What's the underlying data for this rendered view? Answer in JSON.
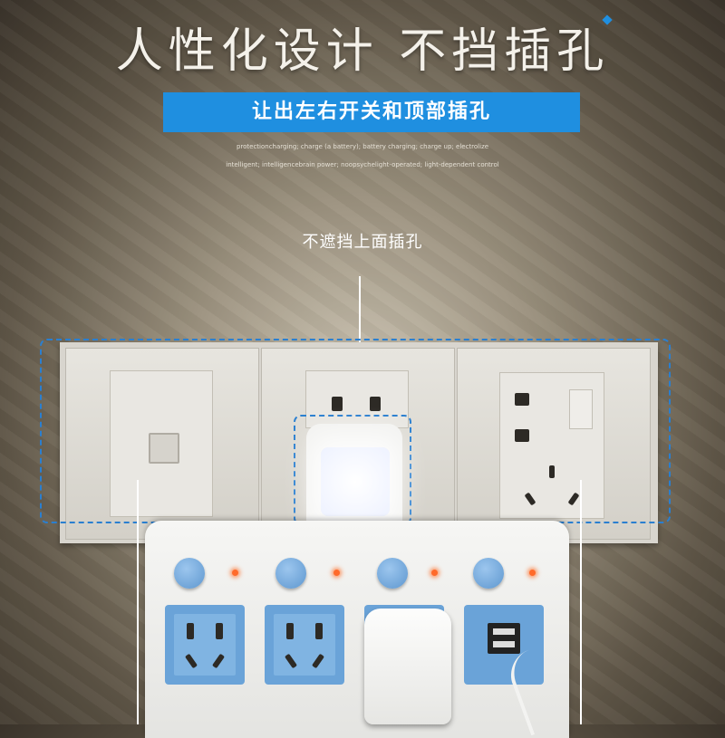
{
  "title": "人性化设计 不挡插孔",
  "banner": "让出左右开关和顶部插孔",
  "subtitle_lines": [
    "protectioncharging; charge (a battery); battery charging; charge up; electrolize",
    "intelligent; intelligencebrain power; noopsychelight-operated; light-dependent control"
  ],
  "callout": "不遮挡上面插孔",
  "colors": {
    "accent": "#1f8fe0",
    "socket_blue": "#6aa3d8",
    "led": "#ff6a2a"
  },
  "switches": {
    "count": 4
  },
  "outlets": {
    "count": 4
  }
}
